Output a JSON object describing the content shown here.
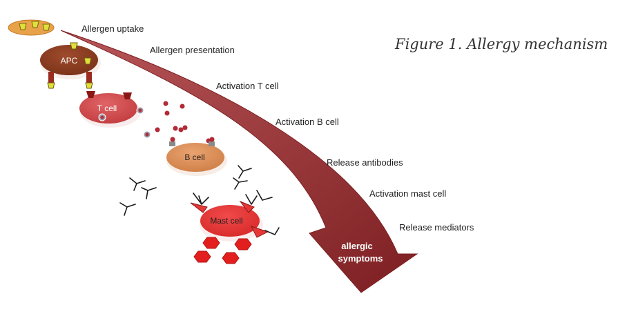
{
  "figure": {
    "title": "Figure 1. Allergy mechanism"
  },
  "steps": [
    {
      "label": "Allergen uptake"
    },
    {
      "label": "Allergen presentation"
    },
    {
      "label": "Activation T cell"
    },
    {
      "label": "Activation B cell"
    },
    {
      "label": "Release antibodies"
    },
    {
      "label": "Activation mast cell"
    },
    {
      "label": "Release mediators"
    }
  ],
  "cells": {
    "apc": "APC",
    "t_cell": "T cell",
    "b_cell": "B cell",
    "mast_cell": "Mast cell"
  },
  "outcome": {
    "line1": "allergic",
    "line2": "symptoms"
  },
  "colors": {
    "arrow": "#8b2a2c",
    "apc": "#8a3d22",
    "t_cell": "#cf4b4d",
    "b_cell": "#d98c55",
    "mast_cell": "#e63737",
    "allergen": "#e0df3b",
    "mediator": "#e31e1e",
    "antibody": "#1a1a1a"
  }
}
